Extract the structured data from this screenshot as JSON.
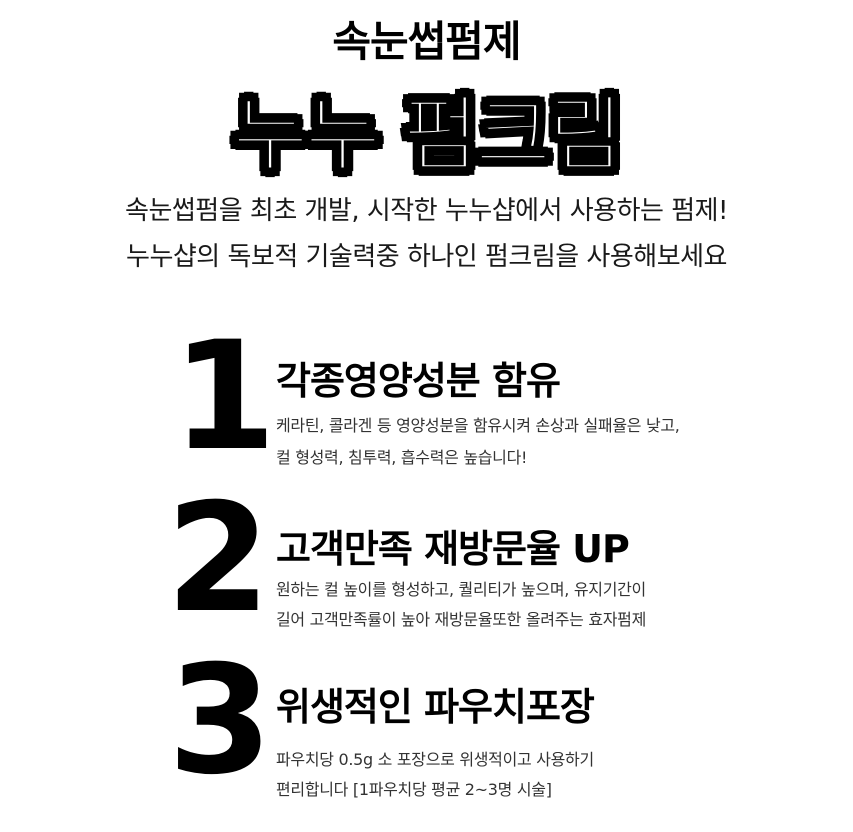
{
  "header": {
    "kicker": "속눈썹펌제",
    "product_name": "누누 펌크림"
  },
  "intro": {
    "line1": "속눈썹펌을 최초 개발, 시작한 누누샵에서 사용하는 펌제!",
    "line2": "누누샵의 독보적 기술력중 하나인 펌크림을 사용해보세요"
  },
  "features": [
    {
      "number": "1",
      "title": "각종영양성분 함유",
      "desc1": "케라틴, 콜라겐 등 영양성분을 함유시켜 손상과 실패율은 낮고,",
      "desc2": "컬 형성력, 침투력, 흡수력은 높습니다!"
    },
    {
      "number": "2",
      "title": "고객만족 재방문율 UP",
      "desc1": "원하는 컬 높이를 형성하고, 퀄리티가 높으며, 유지기간이",
      "desc2": "길어 고객만족률이 높아 재방문율또한 올려주는 효자펌제"
    },
    {
      "number": "3",
      "title": "위생적인 파우치포장",
      "desc1": "파우치당 0.5g 소 포장으로 위생적이고 사용하기",
      "desc2": "편리합니다 [1파우치당 평균 2~3명 시술]"
    }
  ]
}
